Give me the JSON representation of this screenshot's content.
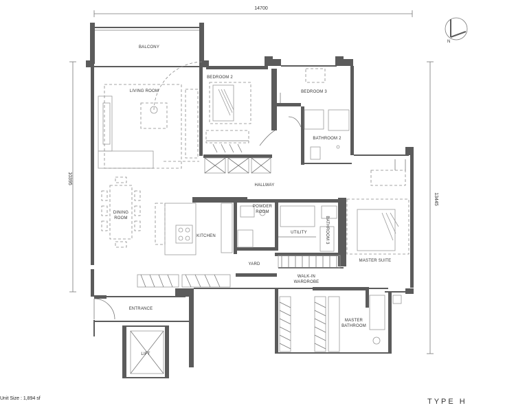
{
  "dimensions": {
    "width": "14700",
    "height_left": "10395",
    "height_right": "13445"
  },
  "rooms": {
    "balcony": "BALCONY",
    "living_room": "LIVING ROOM",
    "bedroom_2": "BEDROOM 2",
    "bedroom_3": "BEDROOM 3",
    "bathroom_2": "BATHROOM 2",
    "hallway": "HALLWAY",
    "dining_room_1": "DINING",
    "dining_room_2": "ROOM",
    "kitchen": "KITCHEN",
    "powder_room_1": "POWDER",
    "powder_room_2": "ROOM",
    "utility": "UTILITY",
    "bathroom_3": "BATHROOM 3",
    "master_suite": "MASTER SUITE",
    "yard": "YARD",
    "walk_in_wardrobe_1": "WALK-IN",
    "walk_in_wardrobe_2": "WARDROBE",
    "entrance": "ENTRANCE",
    "lift": "LIFT",
    "master_bathroom_1": "MASTER",
    "master_bathroom_2": "BATHROOM"
  },
  "footer": {
    "unit_size": "Unit Size : 1,894 sf",
    "type": "TYPE H"
  },
  "compass": {
    "north": "N"
  }
}
